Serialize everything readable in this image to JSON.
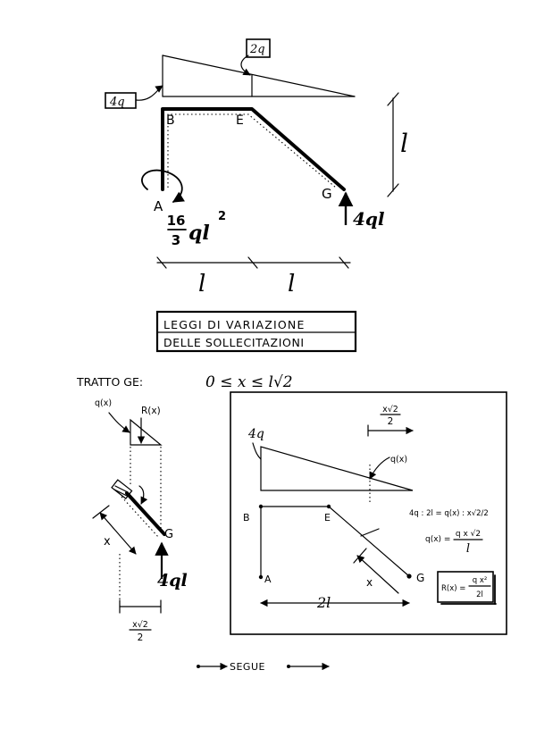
{
  "structure": {
    "load_left": "4q",
    "load_right": "2q",
    "node_a": "A",
    "node_b": "B",
    "node_e": "E",
    "node_g": "G",
    "moment_coef_num": "16",
    "moment_coef_den": "3",
    "moment_rest": "ql",
    "moment_exp": "2",
    "reaction_g": "4ql",
    "height": "l",
    "span_1": "l",
    "span_2": "l"
  },
  "title_box": {
    "line1": "LEGGI DI VARIAZIONE",
    "line2": "DELLE SOLLECITAZIONI"
  },
  "segment": {
    "label": "TRATTO GE:",
    "range": "0 ≤ x ≤ l√2"
  },
  "left_sketch": {
    "qx": "q(x)",
    "rx": "R(x)",
    "x_label": "x",
    "node_g": "G",
    "reaction": "4ql",
    "proj_num": "x√2",
    "proj_den": "2"
  },
  "right_box": {
    "proj_num": "x√2",
    "proj_den": "2",
    "load": "4q",
    "qx": "q(x)",
    "node_b": "B",
    "node_e": "E",
    "node_a": "A",
    "node_g": "G",
    "x_label": "x",
    "span": "2l",
    "proportion": "4q : 2l = q(x) : x√2/2",
    "qx_formula_lhs": "q(x) =",
    "qx_formula_num": "q x √2",
    "qx_formula_den": "l",
    "rx_formula_lhs": "R(x) =",
    "rx_formula_num": "q x²",
    "rx_formula_den": "2l"
  },
  "footer": {
    "label": "SEGUE"
  }
}
